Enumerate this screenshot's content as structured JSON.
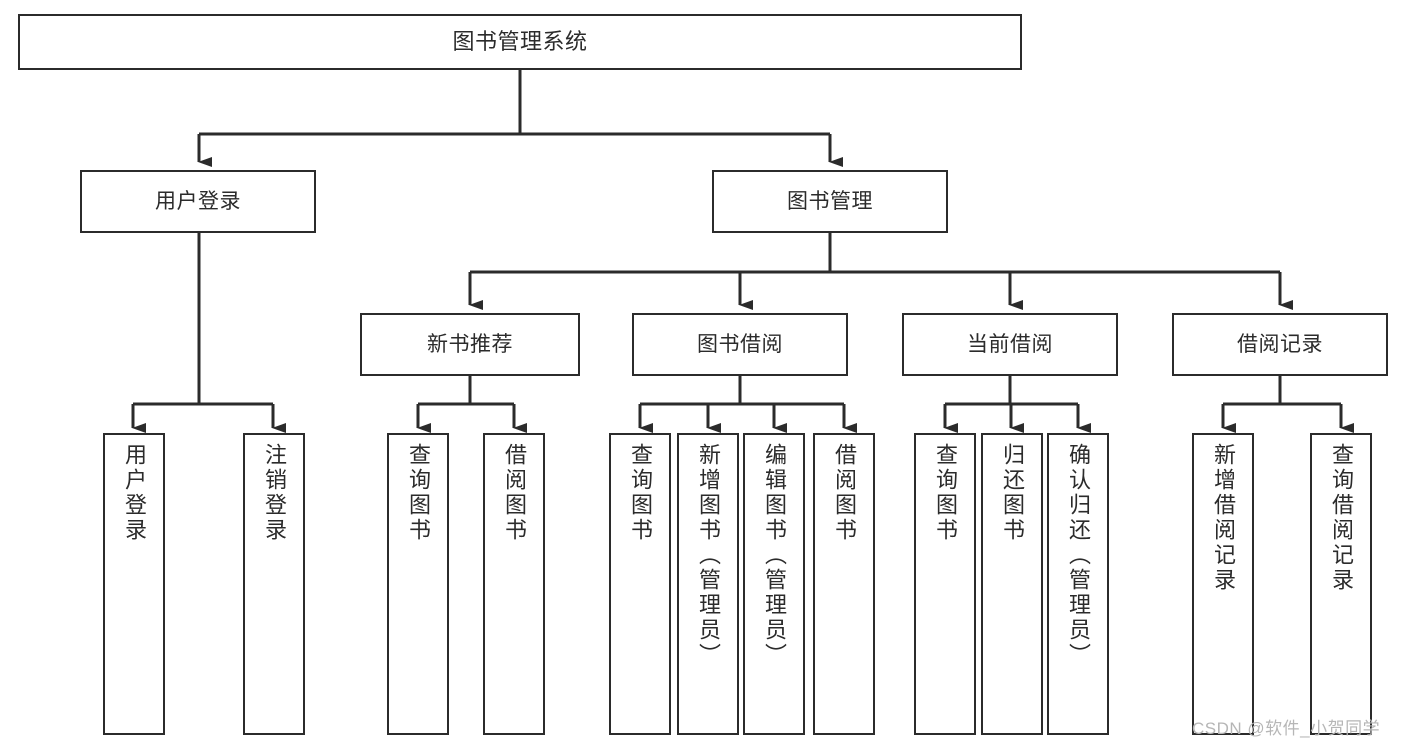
{
  "diagram": {
    "type": "hierarchy-tree",
    "title": "图书管理系统",
    "orientation": "top-down",
    "colors": {
      "box_border": "#2b2b2b",
      "box_fill": "#ffffff",
      "text": "#2b2b2b",
      "connector": "#2b2b2b",
      "watermark": "#b6b6b6"
    },
    "levels": 4
  },
  "root": {
    "label": "图书管理系统"
  },
  "level2": [
    {
      "label": "用户登录"
    },
    {
      "label": "图书管理"
    }
  ],
  "level3": [
    {
      "label": "新书推荐"
    },
    {
      "label": "图书借阅"
    },
    {
      "label": "当前借阅"
    },
    {
      "label": "借阅记录"
    }
  ],
  "leaves": {
    "user_login": [
      {
        "label": "用户登录"
      },
      {
        "label": "注销登录"
      }
    ],
    "new_book_recommend": [
      {
        "label": "查询图书"
      },
      {
        "label": "借阅图书"
      }
    ],
    "book_borrow": [
      {
        "label": "查询图书"
      },
      {
        "label": "新增图书（管理员）"
      },
      {
        "label": "编辑图书（管理员）"
      },
      {
        "label": "借阅图书"
      }
    ],
    "current_borrow": [
      {
        "label": "查询图书"
      },
      {
        "label": "归还图书"
      },
      {
        "label": "确认归还（管理员）"
      }
    ],
    "borrow_record": [
      {
        "label": "新增借阅记录"
      },
      {
        "label": "查询借阅记录"
      }
    ]
  },
  "watermark": {
    "text": "CSDN @软件_小贺同学"
  }
}
